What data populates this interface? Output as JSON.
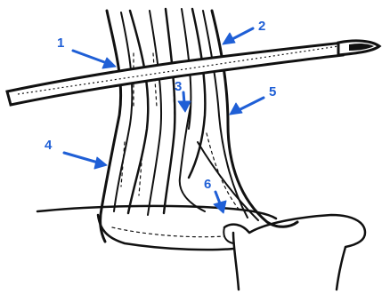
{
  "colors": {
    "ink": "#111111",
    "accent": "#1f5fd6",
    "background": "#ffffff"
  },
  "labels": {
    "l1": "1",
    "l2": "2",
    "l3": "3",
    "l4": "4",
    "l5": "5",
    "l6": "6"
  }
}
